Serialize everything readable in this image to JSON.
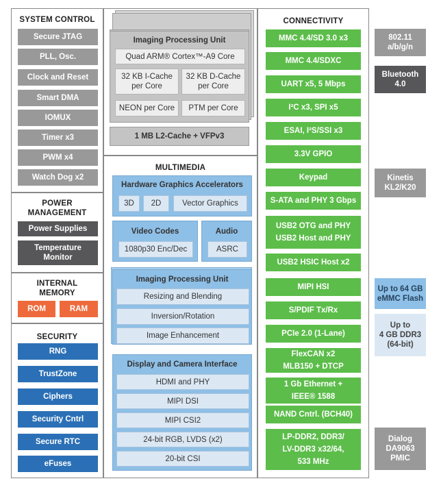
{
  "system_control": {
    "title": "SYSTEM CONTROL",
    "items": [
      "Secure JTAG",
      "PLL, Osc.",
      "Clock and Reset",
      "Smart DMA",
      "IOMUX",
      "Timer x3",
      "PWM x4",
      "Watch Dog x2"
    ]
  },
  "power_management": {
    "title": [
      "POWER",
      "MANAGEMENT"
    ],
    "items": [
      "Power Supplies",
      "Temperature",
      "Monitor"
    ]
  },
  "internal_memory": {
    "title": [
      "INTERNAL",
      "MEMORY"
    ],
    "items": [
      "ROM",
      "RAM"
    ]
  },
  "security": {
    "title": "SECURITY",
    "items": [
      "RNG",
      "TrustZone",
      "Ciphers",
      "Security Cntrl",
      "Secure RTC",
      "eFuses"
    ]
  },
  "cpu": {
    "title": "Imaging Processing Unit",
    "core": "Quad ARM® Cortex™-A9 Core",
    "icache": [
      "32 KB I-Cache",
      "per Core"
    ],
    "dcache": [
      "32 KB D-Cache",
      "per Core"
    ],
    "neon": "NEON per Core",
    "ptm": "PTM per Core",
    "l2": "1 MB L2-Cache + VFPv3"
  },
  "multimedia": {
    "title": "MULTIMEDIA",
    "graphics": {
      "title": "Hardware Graphics Accelerators",
      "items": [
        "3D",
        "2D",
        "Vector Graphics"
      ]
    },
    "video": {
      "title": "Video Codes",
      "item": "1080p30 Enc/Dec"
    },
    "audio": {
      "title": "Audio",
      "item": "ASRC"
    },
    "ipu": {
      "title": "Imaging Processing Unit",
      "items": [
        "Resizing and Blending",
        "Inversion/Rotation",
        "Image Enhancement"
      ]
    },
    "display": {
      "title": "Display and Camera Interface",
      "items": [
        "HDMI and PHY",
        "MIPI DSI",
        "MIPI CSI2",
        "24-bit RGB, LVDS (x2)",
        "20-bit CSI"
      ]
    }
  },
  "connectivity": {
    "title": "CONNECTIVITY",
    "items": [
      [
        "MMC 4.4/SD 3.0 x3"
      ],
      [
        "MMC 4.4/SDXC"
      ],
      [
        "UART x5, 5 Mbps"
      ],
      [
        "I²C x3, SPI x5"
      ],
      [
        "ESAI, I²S/SSI x3"
      ],
      [
        "3.3V GPIO"
      ],
      [
        "Keypad"
      ],
      [
        "S-ATA and PHY 3 Gbps"
      ],
      [
        "USB2 OTG and PHY",
        "USB2 Host and PHY"
      ],
      [
        "USB2 HSIC Host x2"
      ],
      [
        "MIPI HSI"
      ],
      [
        "S/PDIF Tx/Rx"
      ],
      [
        "PCIe 2.0 (1-Lane)"
      ],
      [
        "FlexCAN x2",
        "MLB150 + DTCP"
      ],
      [
        "1 Gb Ethernet +",
        "IEEE® 1588"
      ],
      [
        "NAND Cntrl. (BCH40)"
      ],
      [
        "LP-DDR2, DDR3/",
        "LV-DDR3 x32/64,",
        "533 MHz"
      ]
    ]
  },
  "external": {
    "wifi": [
      "802.11",
      "a/b/g/n"
    ],
    "bluetooth": [
      "Bluetooth",
      "4.0"
    ],
    "kinetis": [
      "Kinetis",
      "KL2/K20"
    ],
    "emmc": [
      "Up to 64 GB",
      "eMMC Flash"
    ],
    "ddr3": [
      "Up to",
      "4 GB DDR3",
      "(64-bit)"
    ],
    "pmic": [
      "Dialog",
      "DA9063",
      "PMIC"
    ]
  }
}
